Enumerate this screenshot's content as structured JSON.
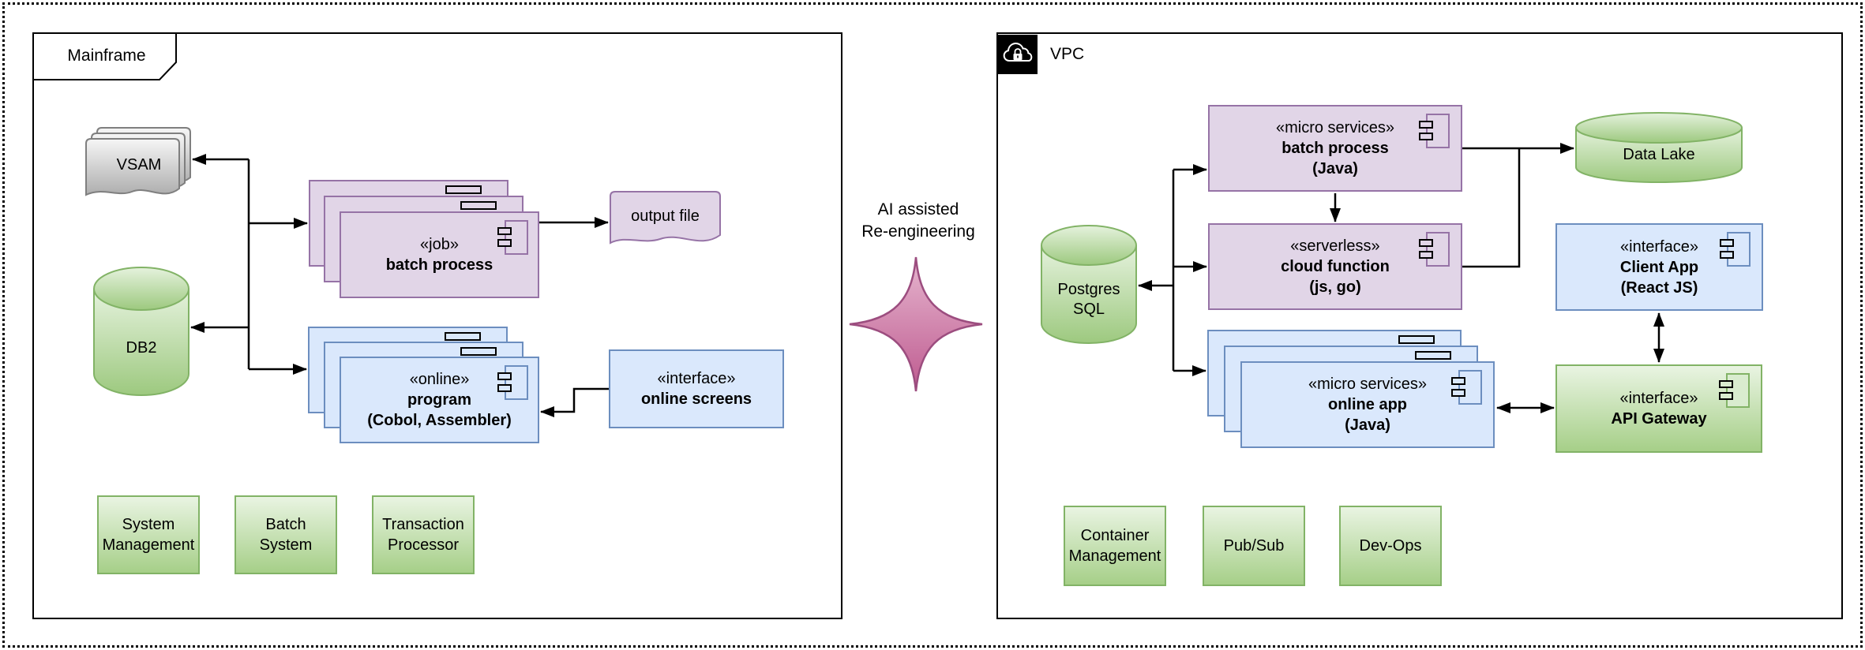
{
  "mainframe": {
    "frame_label": "Mainframe",
    "vsam_label": "VSAM",
    "db2_label": "DB2",
    "batch_job": {
      "stereotype": "«job»",
      "name": "batch process"
    },
    "output_file_label": "output file",
    "program": {
      "stereotype": "«online»",
      "name": "program",
      "tech": "(Cobol, Assembler)"
    },
    "online_screens": {
      "stereotype": "«interface»",
      "name": "online screens"
    },
    "services": [
      {
        "label": "System Management"
      },
      {
        "label": "Batch System"
      },
      {
        "label": "Transaction Processor"
      }
    ]
  },
  "transition": {
    "line1": "AI assisted",
    "line2": "Re-engineering",
    "icon": "four-point-sparkle"
  },
  "vpc": {
    "frame_label": "VPC",
    "corner_icon": "cloud-lock-icon",
    "postgres_label": "Postgres SQL",
    "batch": {
      "stereotype": "«micro services»",
      "name": "batch process",
      "tech": "(Java)"
    },
    "cloud_function": {
      "stereotype": "«serverless»",
      "name": "cloud function",
      "tech": "(js, go)"
    },
    "online_app": {
      "stereotype": "«micro services»",
      "name": "online app",
      "tech": "(Java)"
    },
    "data_lake_label": "Data Lake",
    "client_app": {
      "stereotype": "«interface»",
      "name": "Client App",
      "tech": "(React JS)"
    },
    "api_gateway": {
      "stereotype": "«interface»",
      "name": "API Gateway"
    },
    "services": [
      {
        "label": "Container Management"
      },
      {
        "label": "Pub/Sub"
      },
      {
        "label": "Dev-Ops"
      }
    ]
  },
  "colors": {
    "purple_fill": "#E1D5E7",
    "purple_stroke": "#9673A6",
    "blue_fill": "#DAE8FC",
    "blue_stroke": "#6C8EBF",
    "green_stroke": "#82B366",
    "green_fill_top": "#E9F4E2",
    "green_fill_bottom": "#A6CF88",
    "gray_fill_top": "#F6F6F6",
    "gray_fill_bottom": "#ADADAD",
    "sparkle_top": "#E3AECB",
    "sparkle_bottom": "#BE5A8F",
    "connector": "#000000"
  }
}
